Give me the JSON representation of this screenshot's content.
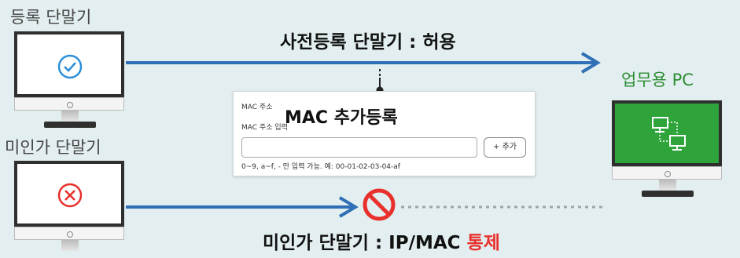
{
  "labels": {
    "registered_terminal": "등록 단말기",
    "unauthorized_terminal": "미인가 단말기",
    "work_pc": "업무용 PC"
  },
  "arrows": {
    "allow_prefix": "사전등록 단말기 : ",
    "allow_word": "허용",
    "block_prefix": "미인가 단말기 : IP/MAC ",
    "block_word": "통제"
  },
  "panel": {
    "field_label_1": "MAC 주소",
    "field_label_2": "MAC 주소 입력",
    "title": "MAC 추가등록",
    "add_button": "+ 추가",
    "hint": "0~9, a~f, - 만 입력 가능. 예: 00-01-02-03-04-af"
  },
  "colors": {
    "background": "#e3eef0",
    "arrow_blue": "#2f6fb5",
    "check_blue": "#2c8fd8",
    "block_red": "#e8302c",
    "pc_green": "#2ea43b",
    "label_green": "#2e8d33"
  },
  "icons": {
    "registered": "check-circle-icon",
    "unauthorized": "x-circle-icon",
    "blocked": "prohibited-icon",
    "network": "network-pc-icon"
  }
}
